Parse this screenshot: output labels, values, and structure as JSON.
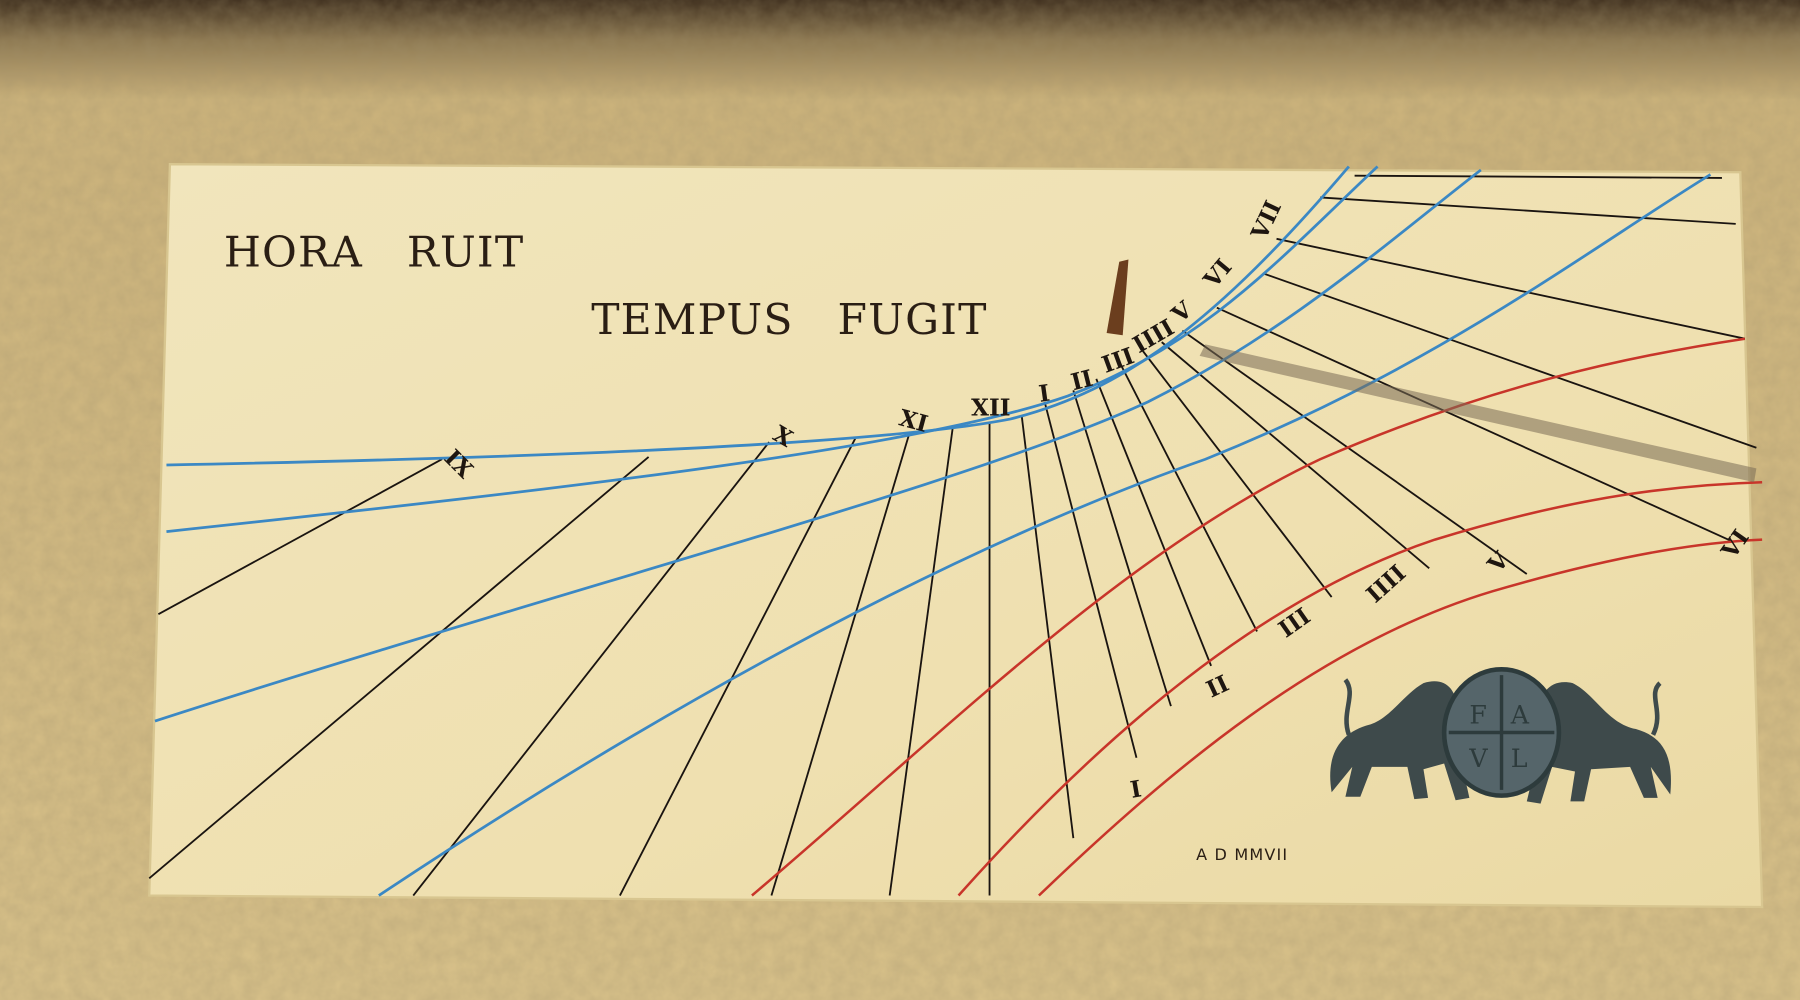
{
  "motto": {
    "line1": "HORA   RUIT",
    "line2": "TEMPUS   FUGIT"
  },
  "date": "A D MMVII",
  "numerals": {
    "upper": [
      "IX",
      "X",
      "XI",
      "XII",
      "I",
      "II",
      "III",
      "IIII",
      "V",
      "VI",
      "VII"
    ],
    "lower": [
      "I",
      "II",
      "III",
      "IIII",
      "V",
      "VI"
    ]
  },
  "emblem": {
    "letters": [
      "F",
      "A",
      "V",
      "L"
    ]
  },
  "colors": {
    "wall": "#d6bf86",
    "panel": "#f0e3b6",
    "blue": "#3b88c4",
    "red": "#c8352a",
    "line": "#1a1410"
  }
}
